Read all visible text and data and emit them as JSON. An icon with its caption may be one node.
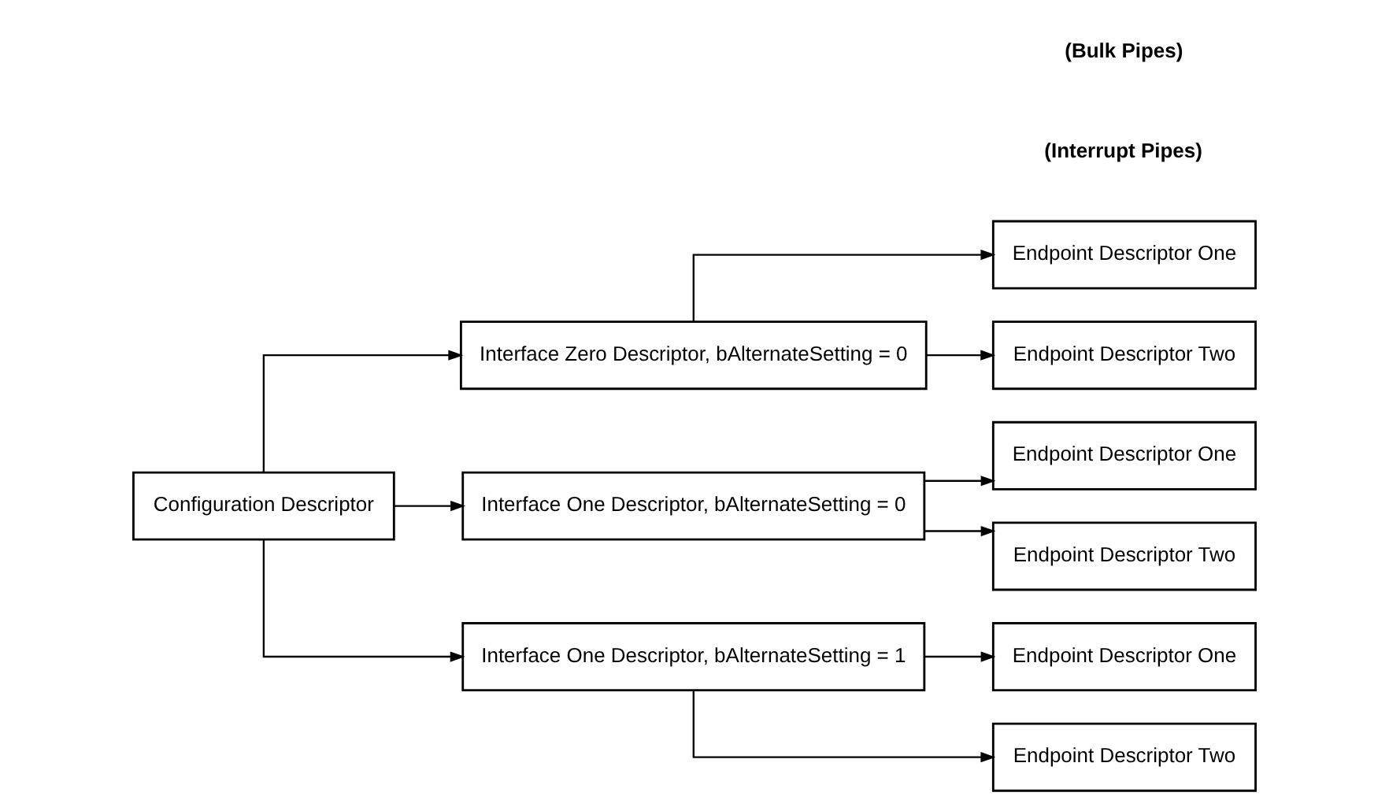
{
  "diagram": {
    "nodes": [
      {
        "text": [
          "Configuration Descriptor"
        ]
      },
      {
        "text": [
          "Interface Zero Descriptor, bAlternateSetting = 0"
        ]
      },
      {
        "text": [
          "Endpoint Descriptor One"
        ]
      },
      {
        "text": [
          "Endpoint Descriptor Two"
        ]
      },
      {
        "text": [
          "Interface One Descriptor, bAlternateSetting = 0"
        ]
      },
      {
        "text": [
          "Endpoint Descriptor One"
        ]
      },
      {
        "text": [
          "Endpoint Descriptor Two"
        ]
      },
      {
        "text": [
          "Interface One Descriptor, bAlternateSetting = 1"
        ]
      },
      {
        "text": [
          "Endpoint Descriptor One"
        ]
      },
      {
        "text": [
          "Endpoint Descriptor Two"
        ]
      }
    ],
    "edges": [
      {
        "from": 0,
        "to": 1,
        "arrow": "to"
      },
      {
        "from": 0,
        "to": 4,
        "arrow": "to"
      },
      {
        "from": 0,
        "to": 7,
        "arrow": "to"
      },
      {
        "from": 1,
        "to": 2,
        "arrow": "to"
      },
      {
        "from": 1,
        "to": 3,
        "arrow": "to"
      },
      {
        "from": 4,
        "to": 5,
        "arrow": "to"
      },
      {
        "from": 4,
        "to": 6,
        "arrow": "to"
      },
      {
        "from": 7,
        "to": 8,
        "arrow": "to"
      },
      {
        "from": 7,
        "to": 9,
        "arrow": "to"
      }
    ],
    "labels": [
      "(Interrupt Pipes)",
      "(Bulk Pipes)"
    ]
  }
}
